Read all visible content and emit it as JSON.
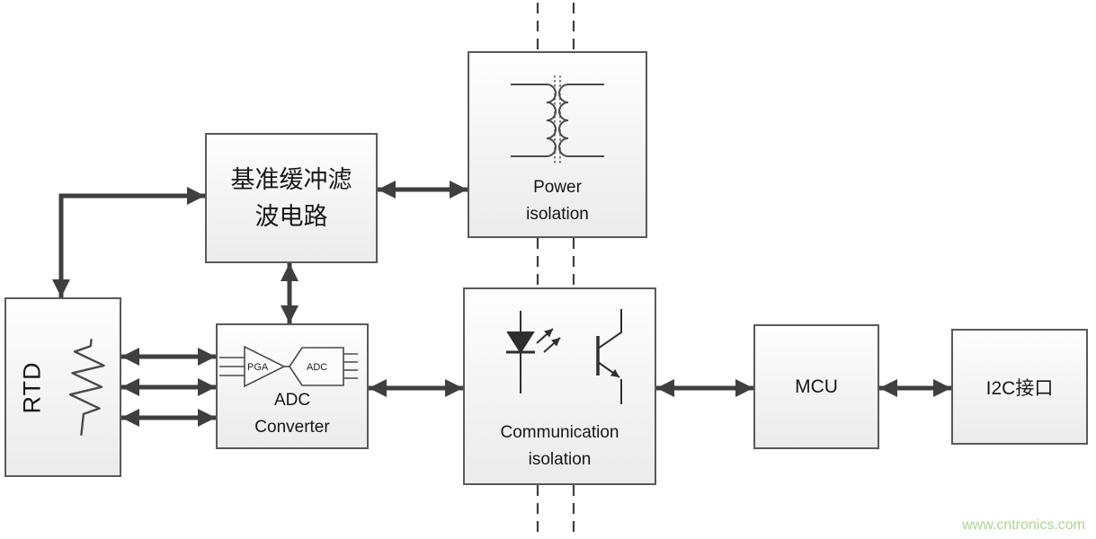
{
  "diagram": {
    "title_implied": "RTD measurement isolated acquisition block diagram",
    "blocks": {
      "rtd": {
        "label": "RTD"
      },
      "reference_buffer": {
        "label": "基准缓冲滤波电路",
        "line1": "基准缓冲滤",
        "line2": "波电路"
      },
      "power_isolation": {
        "line1": "Power",
        "line2": "isolation"
      },
      "adc_converter": {
        "line1": "ADC",
        "line2": "Converter",
        "pga_label": "PGA",
        "adc_label": "ADC"
      },
      "communication_isolation": {
        "line1": "Communication",
        "line2": "isolation"
      },
      "mcu": {
        "label": "MCU"
      },
      "i2c": {
        "label": "I2C接口"
      }
    },
    "connections": [
      {
        "from": "reference_buffer",
        "to": "power_isolation",
        "type": "bidirectional"
      },
      {
        "from": "reference_buffer",
        "to": "rtd",
        "type": "bidirectional-elbow"
      },
      {
        "from": "reference_buffer",
        "to": "adc_converter",
        "type": "bidirectional"
      },
      {
        "from": "rtd",
        "to": "adc_converter",
        "type": "bidirectional",
        "count": 3
      },
      {
        "from": "adc_converter",
        "to": "communication_isolation",
        "type": "bidirectional"
      },
      {
        "from": "communication_isolation",
        "to": "mcu",
        "type": "bidirectional"
      },
      {
        "from": "mcu",
        "to": "i2c",
        "type": "bidirectional"
      }
    ],
    "isolation_barrier": {
      "style": "two vertical dashed lines through Power isolation and Communication isolation"
    }
  },
  "watermark": "www.cntronics.com",
  "colors": {
    "arrow": "#3f3f3f",
    "block_border": "#58595b",
    "block_fill_top": "#fefefe",
    "block_fill_bottom": "#ebebec",
    "watermark_green": "#abd593"
  }
}
